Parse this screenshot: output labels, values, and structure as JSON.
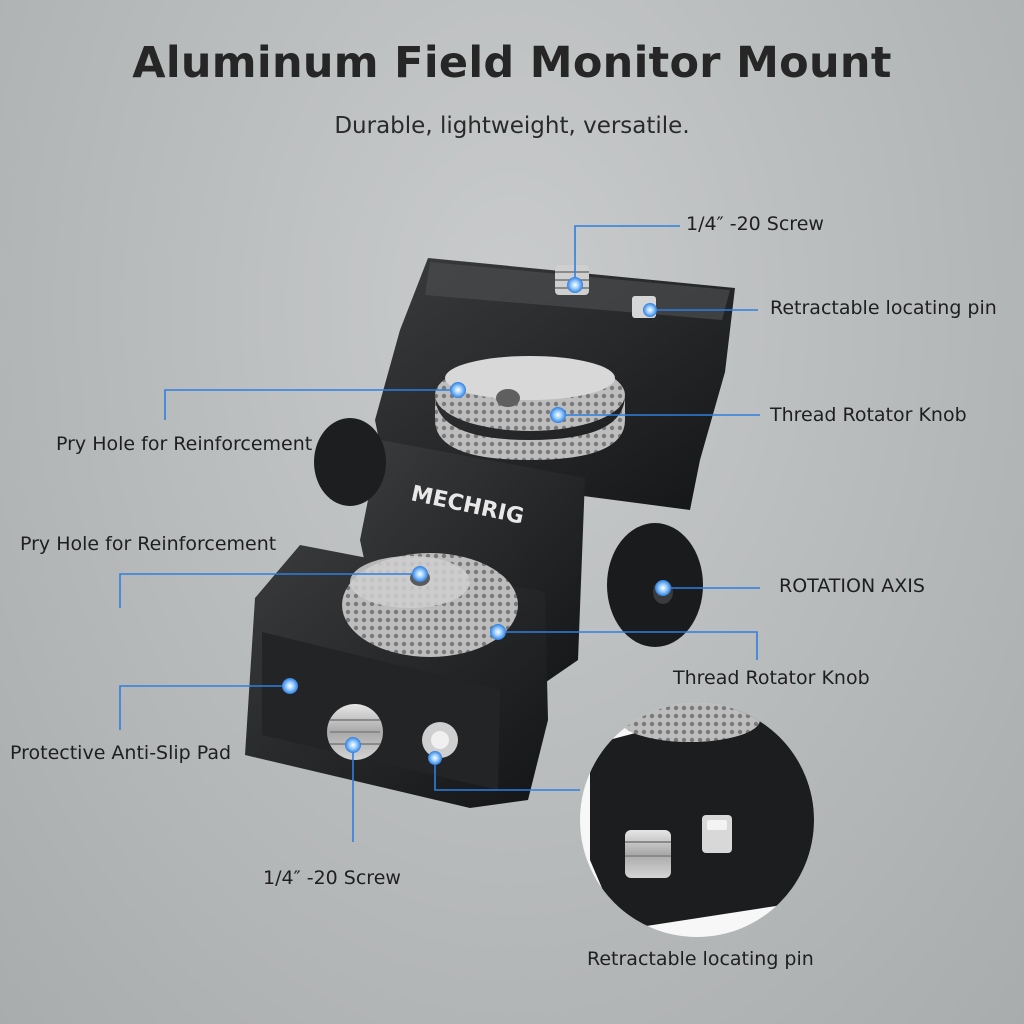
{
  "header": {
    "title": "Aluminum Field Monitor Mount",
    "subtitle": "Durable, lightweight, versatile."
  },
  "product": {
    "brand_mark": "MECHRIG",
    "accent_color": "#2f7fe0"
  },
  "callouts": {
    "top_screw": "1/4″ -20 Screw",
    "top_pin": "Retractable locating pin",
    "top_knob": "Thread Rotator Knob",
    "pry_hole_upper": "Pry Hole for Reinforcement",
    "pry_hole_lower": "Pry Hole for Reinforcement",
    "rotation_axis": "ROTATION AXIS",
    "bottom_knob": "Thread Rotator Knob",
    "anti_slip_pad": "Protective Anti-Slip Pad",
    "bottom_screw": "1/4″ -20 Screw",
    "bottom_pin": "Retractable locating pin"
  }
}
